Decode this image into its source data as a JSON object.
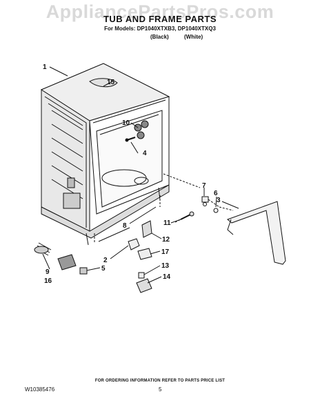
{
  "watermark": "AppliancePartsPros.com",
  "header": {
    "title": "TUB AND FRAME PARTS",
    "models": "For Models: DP1040XTXB3, DP1040XTXQ3",
    "color_black": "(Black)",
    "color_white": "(White)"
  },
  "callouts": [
    "1",
    "15",
    "10",
    "4",
    "7",
    "6",
    "3",
    "11",
    "8",
    "12",
    "2",
    "17",
    "9",
    "16",
    "5",
    "13",
    "14"
  ],
  "footer": {
    "note": "FOR ORDERING INFORMATION REFER TO PARTS PRICE LIST",
    "doc_number": "W10385476",
    "page_number": "5"
  },
  "colors": {
    "line": "#111111",
    "watermark": "#d9d9d9"
  }
}
